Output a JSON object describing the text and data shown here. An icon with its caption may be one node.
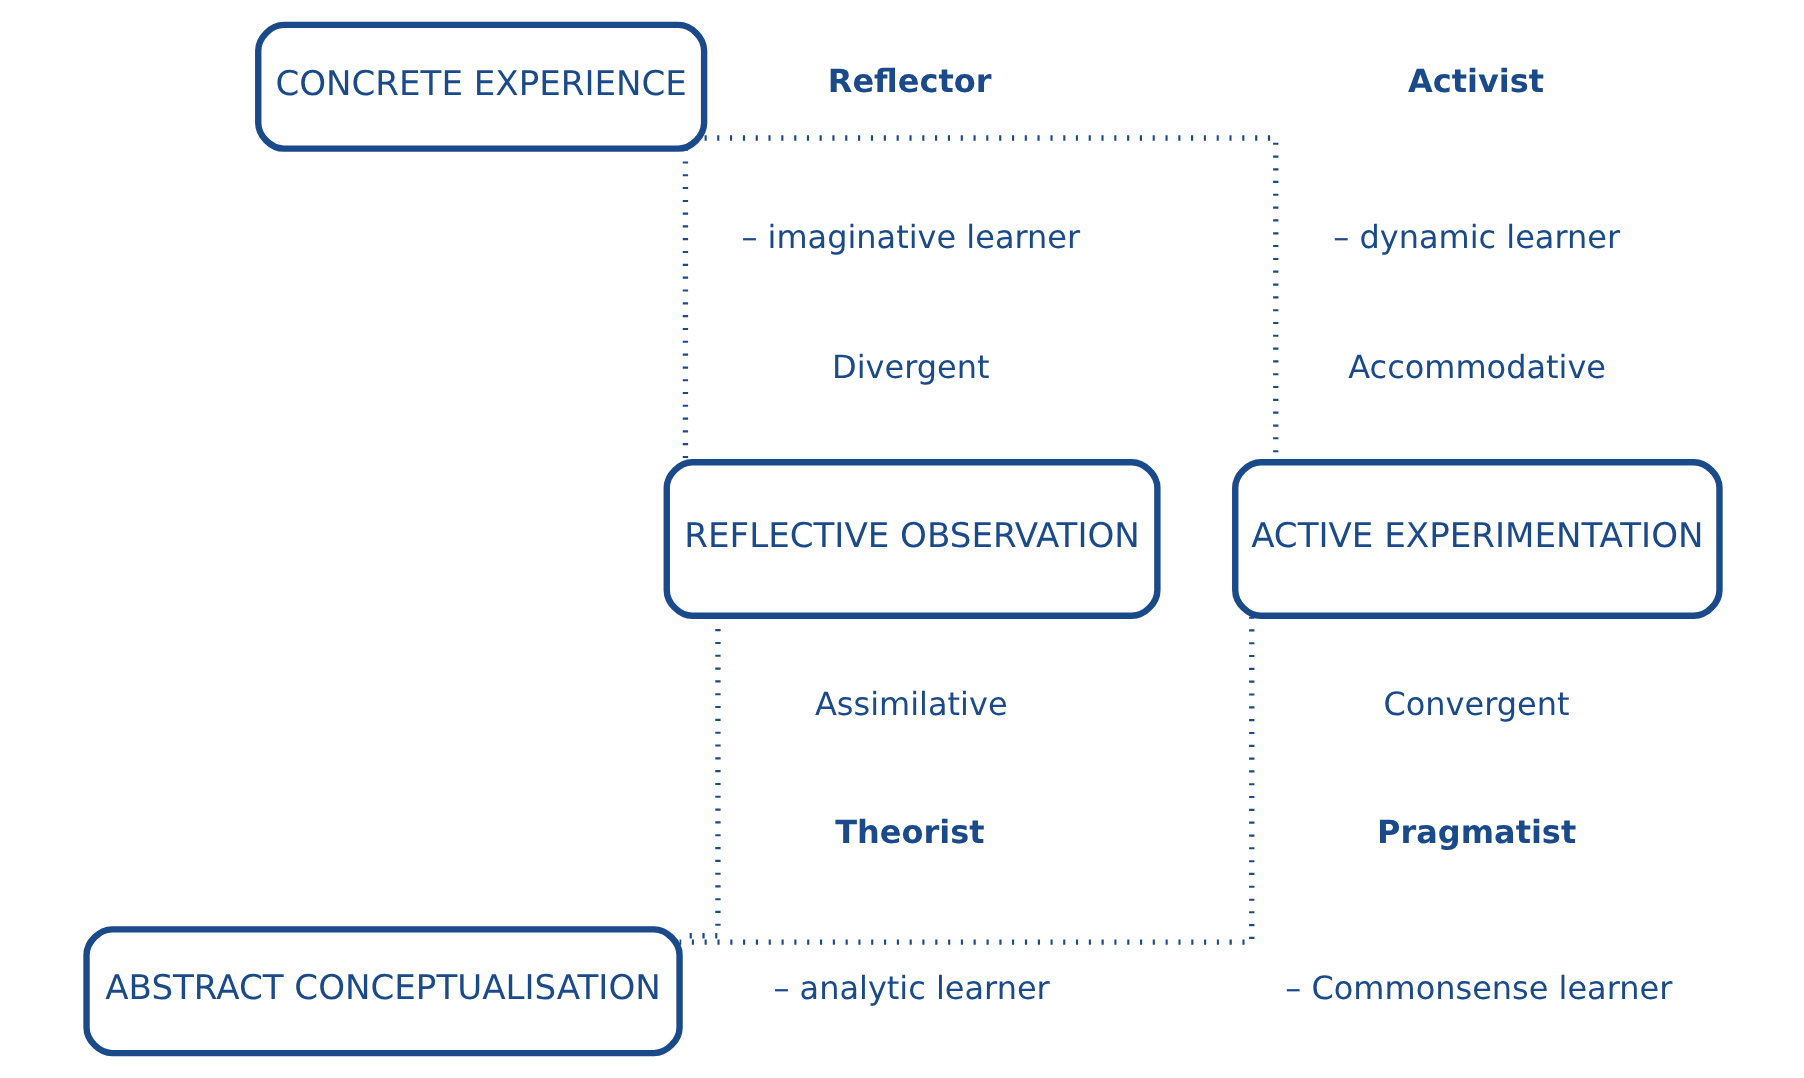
{
  "diagram": {
    "nodes": [
      {
        "text": [
          "CONCRETE EXPERIENCE"
        ]
      },
      {
        "text": [
          "ACTIVE EXPERIMENTATION"
        ]
      },
      {
        "text": [
          "REFLECTIVE OBSERVATION"
        ]
      },
      {
        "text": [
          "ABSTRACT CONCEPTUALISATION"
        ]
      }
    ],
    "edges": [
      {
        "from": 0,
        "to": 1,
        "arrow": "none",
        "style": "dashed"
      },
      {
        "from": 0,
        "to": 2,
        "arrow": "none",
        "style": "dashed"
      },
      {
        "from": 1,
        "to": 3,
        "arrow": "none",
        "style": "dashed"
      },
      {
        "from": 2,
        "to": 3,
        "arrow": "none",
        "style": "dashed"
      }
    ],
    "labels": [
      "Activist",
      "– dynamic learner",
      "Reflector",
      "– imaginative learner",
      "Accommodative",
      "Divergent",
      "Pragmatist",
      "– Commonsense learner",
      "Convergent",
      "Assimilative",
      "Theorist",
      "– analytic learner"
    ]
  }
}
